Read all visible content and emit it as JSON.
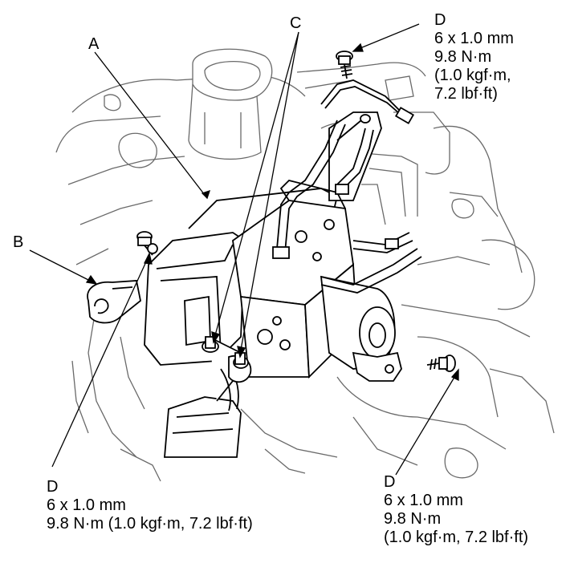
{
  "callouts": {
    "a": {
      "letter": "A"
    },
    "b": {
      "letter": "B"
    },
    "c": {
      "letter": "C"
    },
    "d_top": {
      "letter": "D",
      "spec": "6 x 1.0 mm",
      "torque": "9.8 N·m",
      "kgf": "(1.0 kgf·m,",
      "lbf": "7.2 lbf·ft)"
    },
    "d_bottom_left": {
      "letter": "D",
      "spec": "6 x 1.0 mm",
      "torque": "9.8 N·m (1.0 kgf·m, 7.2 lbf·ft)"
    },
    "d_bottom_right": {
      "letter": "D",
      "spec": "6 x 1.0 mm",
      "torque": "9.8 N·m",
      "kgf_lbf": "(1.0 kgf·m, 7.2 lbf·ft)"
    }
  }
}
